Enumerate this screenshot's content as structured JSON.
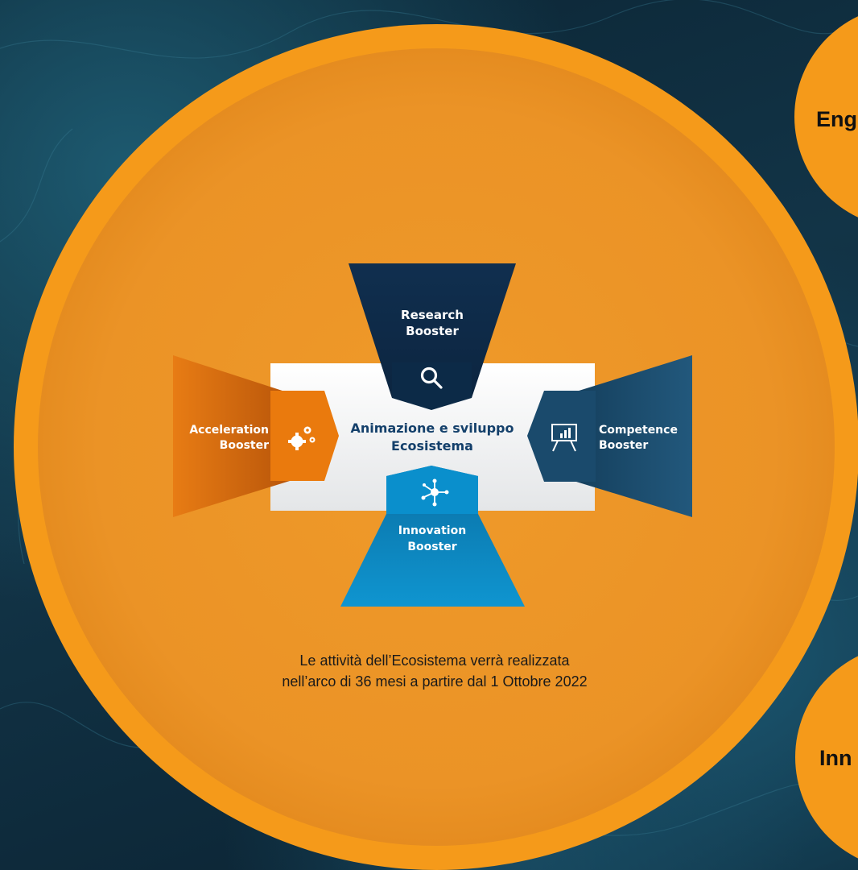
{
  "nodes": {
    "side_top": "Eng",
    "side_bottom": "Inn"
  },
  "boosters": {
    "center_line1": "Animazione e sviluppo",
    "center_line2": "Ecosistema",
    "research_line1": "Research",
    "research_line2": "Booster",
    "acceleration_line1": "Acceleration",
    "acceleration_line2": "Booster",
    "competence_line1": "Competence",
    "competence_line2": "Booster",
    "innovation_line1": "Innovation",
    "innovation_line2": "Booster"
  },
  "caption": {
    "line1": "Le attività dell’Ecosistema verrà realizzata",
    "line2": "nell’arco di 36 mesi a partire dal 1 Ottobre 2022"
  },
  "colors": {
    "circle_outer": "#f59a1a",
    "circle_inner": "#ec9425",
    "research": "#0f3354",
    "acceleration": "#e06e0c",
    "competence": "#1c4f72",
    "innovation": "#0c87c0",
    "center_text": "#14406b"
  }
}
